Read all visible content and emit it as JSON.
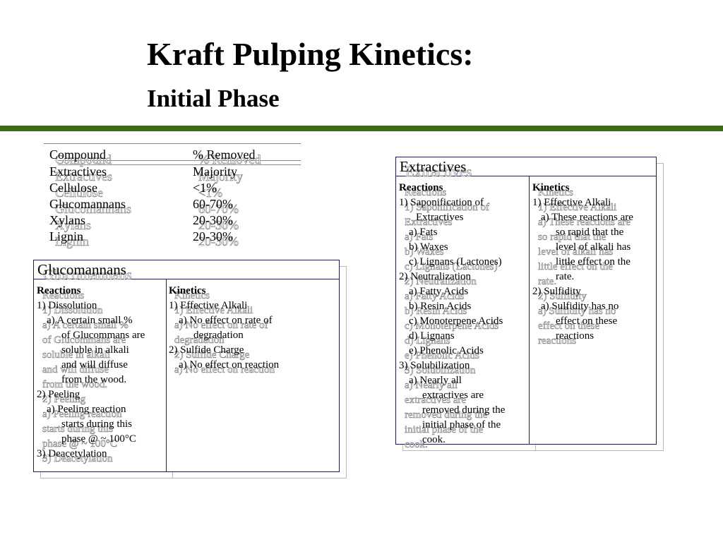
{
  "slide": {
    "title": "Kraft Pulping Kinetics:",
    "subtitle": "Initial Phase",
    "rule_color": "#3f6b17"
  },
  "compound_table": {
    "headers": [
      "Compound",
      "% Removed"
    ],
    "rows": [
      [
        "Extractives",
        "Majority"
      ],
      [
        "Cellulose",
        "<1%"
      ],
      [
        "Glucomannans",
        "60-70%"
      ],
      [
        "Xylans",
        "20-30%"
      ],
      [
        "Lignin",
        "20-30%"
      ]
    ]
  },
  "glucomannans_table": {
    "title": "Glucomannans",
    "reactions": {
      "header": "Reactions",
      "lines": [
        "1) Dissolution",
        "   a)  A certain small %",
        "of Glucommans are",
        "soluble in alkali",
        "and will diffuse",
        "from the wood.",
        "2) Peeling",
        "   a)  Peeling reaction",
        "starts during this",
        "phase @ ~ 100°C",
        "3) Deacetylation"
      ]
    },
    "kinetics": {
      "header": "Kinetics",
      "lines": [
        "1) Effective Alkali",
        "   a)  No effect on rate of",
        "degradation",
        "2) Sulfide Charge",
        "   a)  No effect on reaction"
      ]
    }
  },
  "extractives_table": {
    "title": "Extractives",
    "reactions": {
      "header": "Reactions",
      "lines": [
        "1)  Saponification of",
        "Extractives",
        "a) Fats",
        "b) Waxes",
        "c) Lignans (Lactones)",
        "2)  Neutralization",
        "a) Fatty Acids",
        "b) Resin Acids",
        "c) Monoterpene Acids",
        "d) Lignans",
        "e) Phenolic Acids",
        "3)  Solubilization",
        "a) Nearly all",
        "extractives are",
        "removed during the",
        "initial phase of the",
        "cook."
      ]
    },
    "kinetics": {
      "header": "Kinetics",
      "lines": [
        "1)  Effective Alkali",
        "a) These reactions are",
        "so rapid that the",
        "level of alkali has",
        "little effect on the",
        "rate.",
        "2)  Sulfidity",
        "a) Sulfidity has no",
        "effect on these",
        "reactions"
      ]
    }
  }
}
